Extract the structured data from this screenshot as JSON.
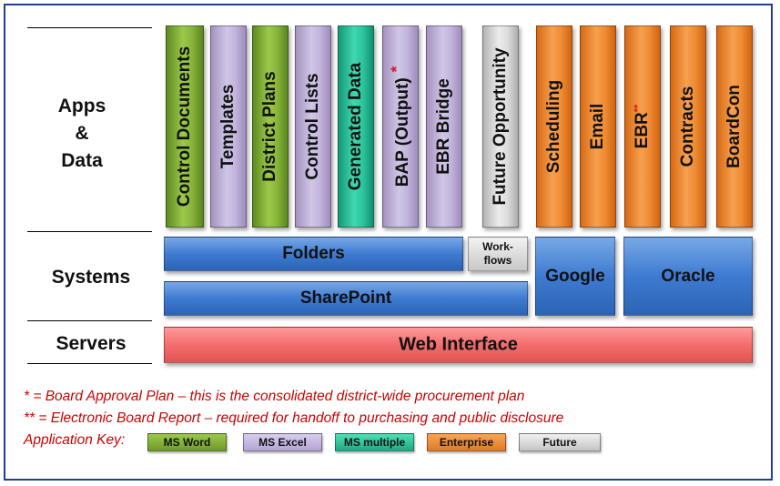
{
  "rows": {
    "apps_label_lines": [
      "Apps",
      "&",
      "Data"
    ],
    "systems_label": "Systems",
    "servers_label": "Servers"
  },
  "apps": [
    {
      "label": "Control Documents",
      "color": "green"
    },
    {
      "label": "Templates",
      "color": "purple"
    },
    {
      "label": "District Plans",
      "color": "green"
    },
    {
      "label": "Control Lists",
      "color": "purple"
    },
    {
      "label": "Generated Data",
      "color": "teal"
    },
    {
      "label": "BAP (Output)",
      "color": "purple",
      "marker": "*"
    },
    {
      "label": "EBR Bridge",
      "color": "purple"
    },
    {
      "label": "Future Opportunity",
      "color": "gray"
    },
    {
      "label": "Scheduling",
      "color": "orange"
    },
    {
      "label": "Email",
      "color": "orange"
    },
    {
      "label": "EBR",
      "color": "orange",
      "marker": "**"
    },
    {
      "label": "Contracts",
      "color": "orange"
    },
    {
      "label": "BoardCon",
      "color": "orange"
    }
  ],
  "systems": {
    "folders": "Folders",
    "workflows_lines": [
      "Work-",
      "flows"
    ],
    "sharepoint": "SharePoint",
    "google": "Google",
    "oracle": "Oracle"
  },
  "servers": {
    "web_interface": "Web Interface"
  },
  "notes": {
    "bap_note": "* = Board Approval Plan – this is the consolidated district-wide procurement plan",
    "ebr_note": "** = Electronic Board Report – required for handoff to purchasing and public disclosure",
    "key_label": "Application Key:"
  },
  "key": [
    {
      "label": "MS Word",
      "color": "green"
    },
    {
      "label": "MS Excel",
      "color": "purple"
    },
    {
      "label": "MS multiple",
      "color": "teal"
    },
    {
      "label": "Enterprise",
      "color": "orange"
    },
    {
      "label": "Future",
      "color": "gray"
    }
  ],
  "colors": {
    "green": "#86b53a",
    "purple": "#c2b4dc",
    "teal": "#2cc69c",
    "gray": "#dcdcdc",
    "orange": "#ef8c34",
    "blue": "#3e7bd1",
    "red": "#f46d6d",
    "note_red": "#cc0000",
    "frame_blue": "#1f3f8f"
  }
}
